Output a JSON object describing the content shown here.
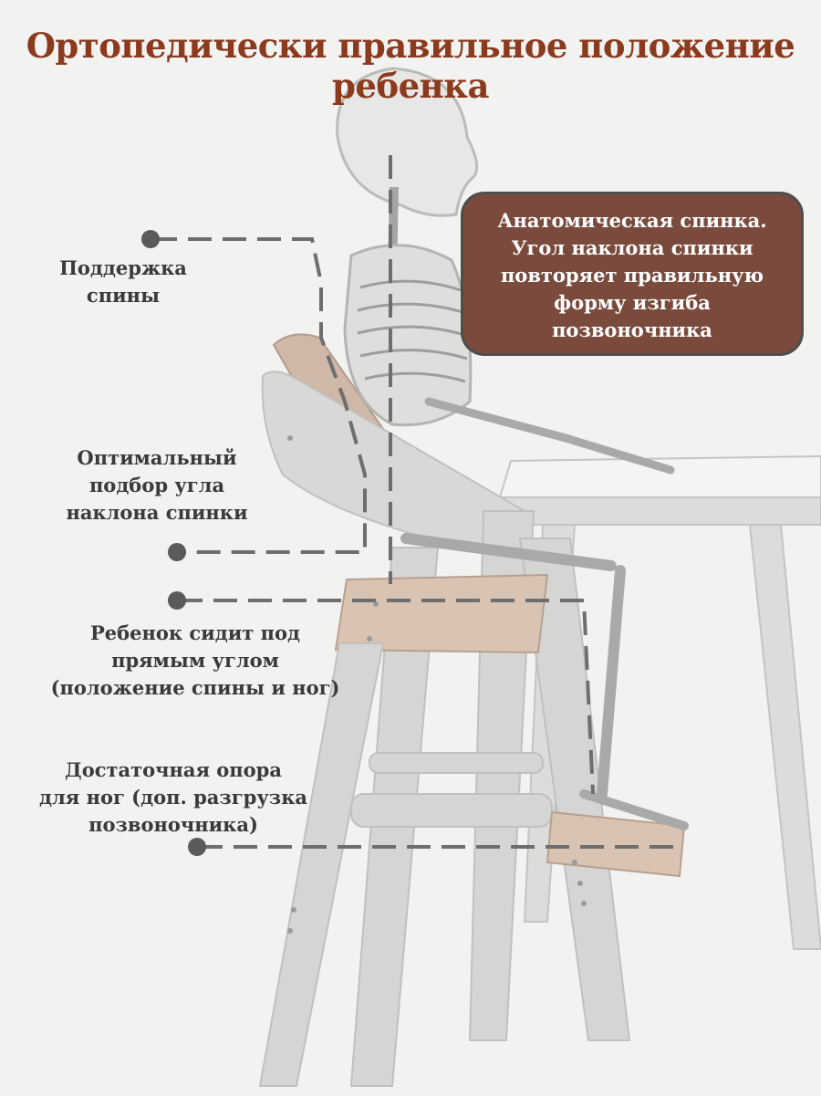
{
  "title": "Ортопедически правильное положение ребенка",
  "callout": "Анатомическая спинка.\nУгол наклона спинки\nповторяет правильную\nформу изгиба\nпозвоночника",
  "labels": {
    "back_support": "Поддержка\nспины",
    "backrest_angle": "Оптимальный\nподбор угла\nнаклона спинки",
    "right_angle": "Ребенок сидит под\nпрямым углом\n(положение спины и ног)",
    "foot_support": "Достаточная опора\nдля ног (доп. разгрузка\nпозвоночника)"
  },
  "colors": {
    "title": "#8b3a1e",
    "callout_fill": "#7a4b3c",
    "label_text": "#3a3a3a",
    "leader_line": "#6e6e6e",
    "chair_wood": "#d8d8d6",
    "cushion": "#c9b2a1"
  },
  "icons": [
    "skeleton-figure",
    "chair",
    "table"
  ]
}
